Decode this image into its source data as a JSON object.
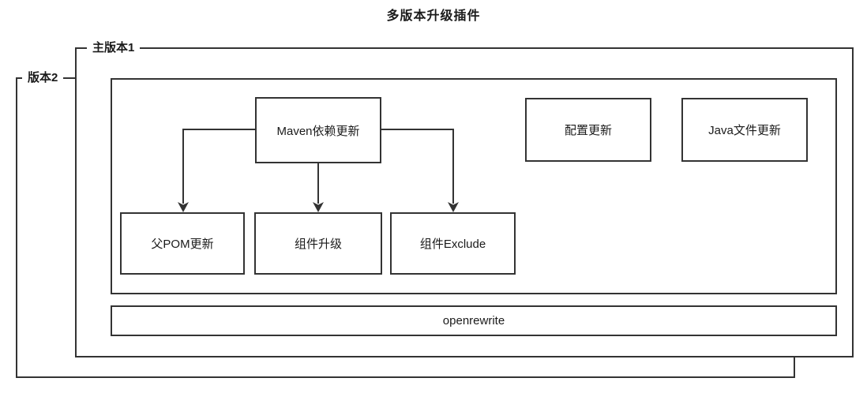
{
  "title": "多版本升级插件",
  "frames": {
    "main_version1": {
      "label": "主版本1"
    },
    "version2": {
      "label": "版本2"
    }
  },
  "nodes": {
    "maven_dependency_update": {
      "label": "Maven依赖更新"
    },
    "config_update": {
      "label": "配置更新"
    },
    "java_file_update": {
      "label": "Java文件更新"
    },
    "parent_pom_update": {
      "label": "父POM更新"
    },
    "component_upgrade": {
      "label": "组件升级"
    },
    "component_exclude": {
      "label": "组件Exclude"
    },
    "openrewrite": {
      "label": "openrewrite"
    }
  },
  "edges": [
    {
      "from": "maven_dependency_update",
      "to": "parent_pom_update",
      "direction": "down"
    },
    {
      "from": "maven_dependency_update",
      "to": "component_upgrade",
      "direction": "down"
    },
    {
      "from": "maven_dependency_update",
      "to": "component_exclude",
      "direction": "down"
    }
  ],
  "colors": {
    "stroke": "#333333",
    "text": "#1a1a1a",
    "background": "#ffffff"
  }
}
